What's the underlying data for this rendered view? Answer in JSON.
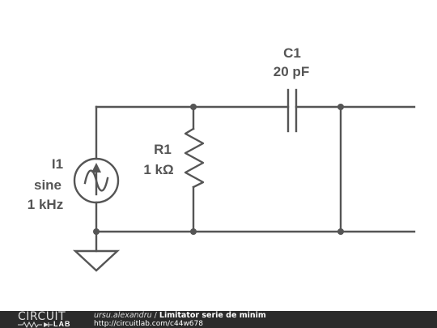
{
  "components": {
    "source": {
      "name": "I1",
      "waveform": "sine",
      "frequency": "1 kHz",
      "icon": "sine-current-source-icon"
    },
    "resistor": {
      "name": "R1",
      "value": "1 kΩ",
      "icon": "resistor-icon"
    },
    "capacitor": {
      "name": "C1",
      "value": "20 pF",
      "icon": "capacitor-icon"
    },
    "ground": {
      "icon": "ground-icon"
    }
  },
  "footer": {
    "logo_top": "CIRCUIT",
    "logo_bottom": "LAB",
    "author": "ursu.alexandru",
    "separator": " / ",
    "title": "Limitator serie de minim",
    "url": "http://circuitlab.com/c44w678"
  },
  "colors": {
    "wire": "#555555",
    "footer_bg": "#2b2b2b",
    "background": "#ffffff"
  }
}
